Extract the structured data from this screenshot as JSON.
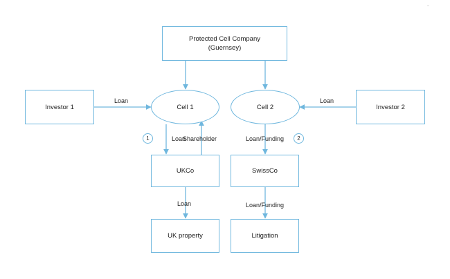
{
  "nodes": {
    "pcc": {
      "line1": "Protected Cell Company",
      "line2": "(Guernsey)"
    },
    "investor1": "Investor 1",
    "investor2": "Investor 2",
    "cell1": "Cell 1",
    "cell2": "Cell 2",
    "ukco": "UKCo",
    "swissco": "SwissCo",
    "ukproperty": "UK property",
    "litigation": "Litigation"
  },
  "edges": {
    "loan_investor1": "Loan",
    "loan_investor2": "Loan",
    "loan_cell1_ukco": "Loan",
    "shareholder": "Shareholder",
    "loanfunding_cell2_swissco": "Loan/Funding",
    "loan_ukco_property": "Loan",
    "loanfunding_swissco_litigation": "Loan/Funding"
  },
  "markers": {
    "one": "1",
    "two": "2"
  },
  "colors": {
    "stroke": "#6fb7de",
    "text": "#222222"
  }
}
